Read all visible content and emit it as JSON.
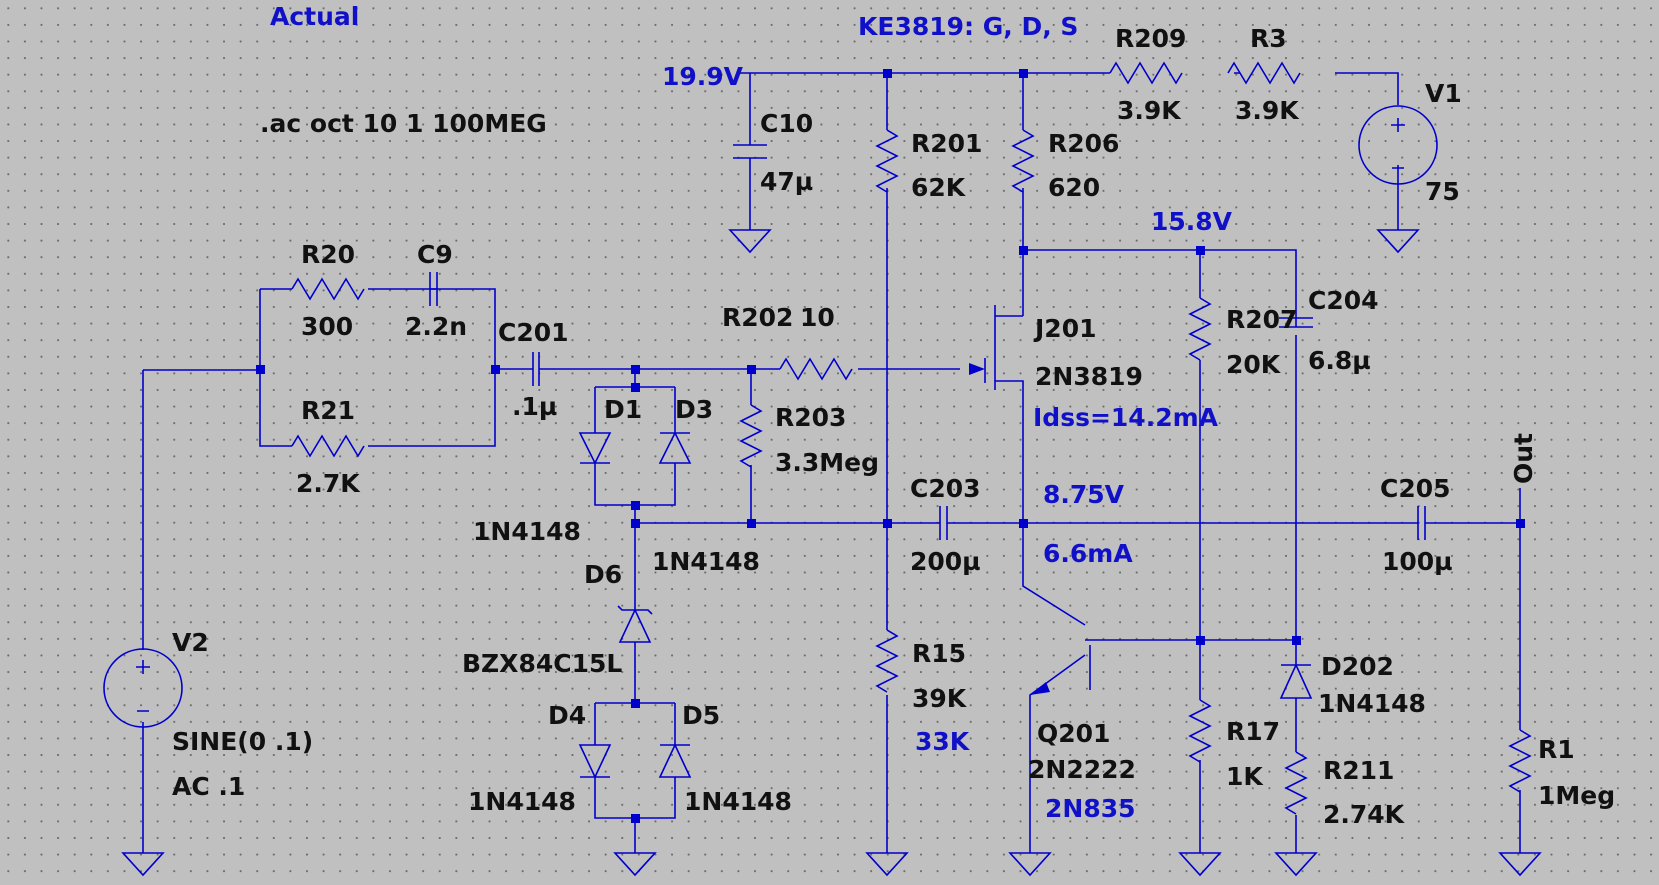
{
  "schematic": {
    "title": "Actual",
    "directive": ".ac oct 10 1 100MEG",
    "jfet_note": "KE3819: G, D, S",
    "nets": {
      "supply": "19.9V",
      "drain": "15.8V",
      "source": "8.75V",
      "current": "6.6mA",
      "idss": "Idss=14.2mA",
      "out": "Out"
    },
    "components": {
      "R209": {
        "name": "R209",
        "value": "3.9K"
      },
      "R3": {
        "name": "R3",
        "value": "3.9K"
      },
      "V1": {
        "name": "V1",
        "value": "75"
      },
      "C10": {
        "name": "C10",
        "value": "47µ"
      },
      "R201": {
        "name": "R201",
        "value": "62K"
      },
      "R206": {
        "name": "R206",
        "value": "620"
      },
      "R20": {
        "name": "R20",
        "value": "300"
      },
      "C9": {
        "name": "C9",
        "value": "2.2n"
      },
      "R21": {
        "name": "R21",
        "value": "2.7K"
      },
      "C201": {
        "name": "C201",
        "value": ".1µ"
      },
      "R202": {
        "name": "R202",
        "value": "10"
      },
      "J201": {
        "name": "J201",
        "value": "2N3819"
      },
      "R207": {
        "name": "R207",
        "value": "20K"
      },
      "C204": {
        "name": "C204",
        "value": "6.8µ"
      },
      "D1": {
        "name": "D1",
        "value": "1N4148"
      },
      "D3": {
        "name": "D3",
        "value": "1N4148"
      },
      "R203": {
        "name": "R203",
        "value": "3.3Meg"
      },
      "C203": {
        "name": "C203",
        "value": "200µ"
      },
      "C205": {
        "name": "C205",
        "value": "100µ"
      },
      "D6": {
        "name": "D6",
        "value": "BZX84C15L"
      },
      "D4": {
        "name": "D4",
        "value": "1N4148"
      },
      "D5": {
        "name": "D5",
        "value": "1N4148"
      },
      "V2": {
        "name": "V2",
        "value": "SINE(0 .1)",
        "ac": "AC .1"
      },
      "R15": {
        "name": "R15",
        "value": "39K",
        "alt": "33K"
      },
      "Q201": {
        "name": "Q201",
        "value": "2N2222",
        "alt": "2N835"
      },
      "R17": {
        "name": "R17",
        "value": "1K"
      },
      "D202": {
        "name": "D202",
        "value": "1N4148"
      },
      "R211": {
        "name": "R211",
        "value": "2.74K"
      },
      "R1": {
        "name": "R1",
        "value": "1Meg"
      }
    }
  },
  "colors": {
    "background": "#c0c0c0",
    "wire": "#0000cc",
    "label": "#111111",
    "annotation": "#1010c8"
  }
}
